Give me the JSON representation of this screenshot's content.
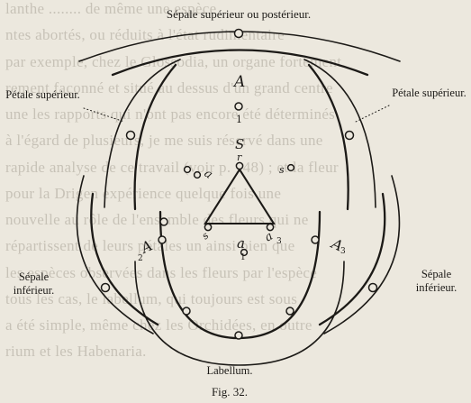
{
  "background_text": [
    "lanthe ........ de même une espèce",
    "ntes abortés, ou réduits à l'état rudimentaire",
    "par exemple, chez le Glossodia, un organe fortement",
    "rement façonné et situé au dessus d'un grand centre",
    "une les rapports qui n'ont pas encore été déterminés",
    "à l'égard de plusieurs, je me suis réservé dans une",
    "rapide analyse de ce travail (voir p. 148) ; et la fleur",
    "pour la Drigen expérience quelque fois une",
    "nouvelle au rôle de l'ensemble des fleurs qui ne",
    "répartissent de leurs pétales un ainsi bien que",
    "les espèces observées dans les fleurs par l'espèce",
    "tous les cas, le labellum, qui toujours est sous",
    "a été simple, même chez les Orchidées, en outre",
    "rium et les Habenaria."
  ],
  "labels": {
    "top_sepal": "Sépale supérieur ou postérieur.",
    "petal_left": "Pétale supérieur.",
    "petal_right": "Pétale supérieur.",
    "sepal_left": "Sépale inférieur.",
    "sepal_right": "Sépale inférieur.",
    "labellum": "Labellum.",
    "caption": "Fig. 32."
  },
  "letters": {
    "A1": "A",
    "A1_sub": "1",
    "A2": "A",
    "A2_sub": "2",
    "A3": "A",
    "A3_sub": "3",
    "S": "S",
    "r": "r",
    "a1": "a",
    "a1_sub": "1",
    "a2": "a",
    "a3": "a",
    "a3_sub": "3",
    "s_left": "s",
    "s_right": "s"
  }
}
